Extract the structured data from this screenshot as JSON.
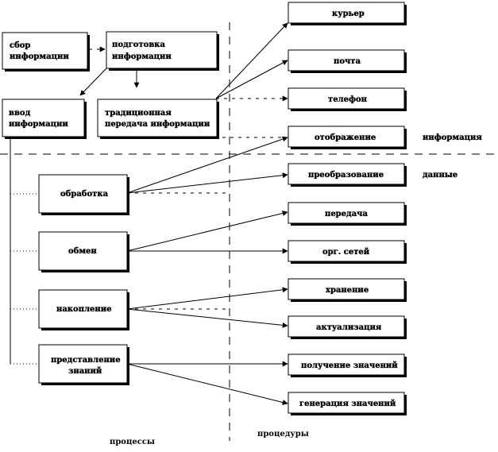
{
  "left_boxes": {
    "sbor": [
      "сбор",
      "информации"
    ],
    "podgotovka": [
      "подготовка",
      "информации"
    ],
    "vvod": [
      "ввод",
      "информации"
    ],
    "traditional": [
      "традиционная",
      "передача информации"
    ]
  },
  "process_boxes": {
    "obrabotka": [
      "обработка"
    ],
    "obmen": [
      "обмен"
    ],
    "nakoplenie": [
      "накопление"
    ],
    "predstavlenie": [
      "представление",
      "знаний"
    ]
  },
  "procedure_boxes": {
    "kurier": "курьер",
    "pochta": "почта",
    "telefon": "телефон",
    "otobrazhenie": "отображение",
    "preobrazovanie": "преобразование",
    "peredacha": "передача",
    "org_setei": "орг. сетей",
    "hranenie": "хранение",
    "aktualizacia": "актуализация",
    "poluchenie": "получение значений",
    "generacia": "генерация значений"
  },
  "side_labels": {
    "informacia": "информация",
    "dannye": "данные"
  },
  "bottom_labels": {
    "processy": "процессы",
    "procedury": "процедуры"
  }
}
